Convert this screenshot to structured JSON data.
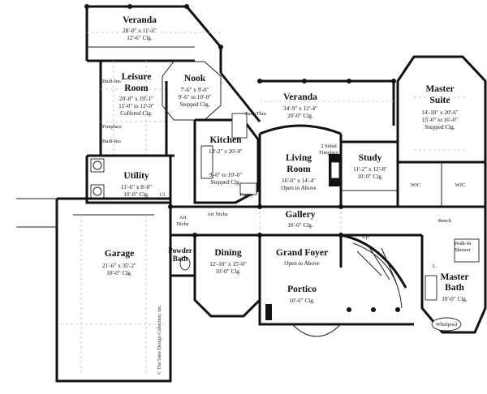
{
  "rooms": {
    "veranda_top": {
      "name": "Veranda",
      "dims": [
        "28'-0\" x 11'-6\"",
        "12'-6\" Clg."
      ]
    },
    "leisure": {
      "name": [
        "Leisure",
        "Room"
      ],
      "dims": [
        "20'-8\" x 19'-1\"",
        "11'-0\" to 12'-0\"",
        "Coffered Clg."
      ]
    },
    "nook": {
      "name": "Nook",
      "dims": [
        "7'-6\" x 9'-0\"",
        "9'-6\" to 10'-0\"",
        "Stepped Clg."
      ]
    },
    "veranda_mid": {
      "name": "Veranda",
      "dims": [
        "34'-9\" x 12'-4\"",
        "20'-0\" Clg."
      ]
    },
    "master_suite": {
      "name": [
        "Master",
        "Suite"
      ],
      "dims": [
        "14'-10\" x 20'-6\"",
        "15'-0\" to 16'-0\"",
        "Stepped Clg."
      ]
    },
    "kitchen": {
      "name": "Kitchen",
      "dims": [
        "13'-2\" x 20'-0\"",
        "9'-6\" to 10'-0\"",
        "Stepped Clg."
      ]
    },
    "living": {
      "name": [
        "Living",
        "Room"
      ],
      "dims": [
        "16'-0\" x 14'-4\"",
        "Open to Above"
      ]
    },
    "study": {
      "name": "Study",
      "dims": [
        "11'-2\" x 12'-8\"",
        "10'-0\" Clg."
      ]
    },
    "utility": {
      "name": "Utility",
      "dims": [
        "11'-6\" x 8'-8\"",
        "10'-0\" Clg."
      ]
    },
    "gallery": {
      "name": "Gallery",
      "dims": [
        "10'-0\" Clg."
      ]
    },
    "garage": {
      "name": "Garage",
      "dims": [
        "21'-6\" x 35'-2\"",
        "10'-0\" Clg."
      ]
    },
    "powder": {
      "name": [
        "Powder",
        "Bath"
      ]
    },
    "dining": {
      "name": "Dining",
      "dims": [
        "12'-10\" x 15'-0\"",
        "10'-0\" Clg."
      ]
    },
    "foyer": {
      "name": "Grand Foyer",
      "dims": [
        "Open to Above"
      ]
    },
    "portico": {
      "name": "Portico",
      "dims": [
        "10'-6\" Clg."
      ]
    },
    "master_bath": {
      "name": [
        "Master",
        "Bath"
      ],
      "dims": [
        "10'-0\" Clg."
      ]
    }
  },
  "labels": {
    "built_ins_top": "Built-Ins",
    "built_ins_bottom": "Built-Ins",
    "fireplace": "Fireplace",
    "pass_thru": "Pass-Thru",
    "two_sided_fireplace": [
      "2 Sided",
      "Fireplace"
    ],
    "pantry": "Pantry",
    "art_niche_top": "Art Niche",
    "art_niche_left": [
      "Art",
      "Niche"
    ],
    "cl": "Cl",
    "wic_left": "WIC",
    "wic_right": "WIC",
    "bench": "Bench",
    "up": "Up",
    "walk_in_shower": [
      "Walk-In",
      "Shower"
    ],
    "whirlpool": "Whirlpool",
    "l_mark": "L"
  },
  "copyright": "© The Sater Design Collection, Inc."
}
